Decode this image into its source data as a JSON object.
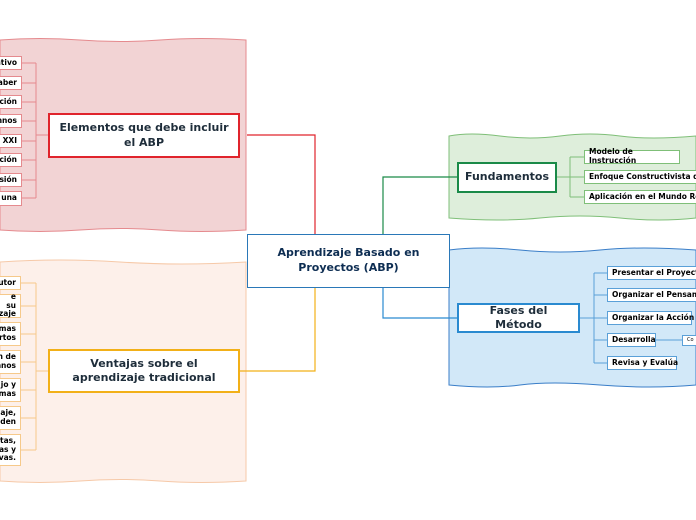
{
  "central": {
    "title": "Aprendizaje Basado en Proyectos (ABP)"
  },
  "colors": {
    "central": "#2a78b8",
    "elementos": "#e0242c",
    "ventajas": "#f2b018",
    "fundamentos": "#1a8a48",
    "fases": "#2a8ad0",
    "elementos_bg": "#f2d3d4",
    "ventajas_bg": "#fdf0ea",
    "fundamentos_bg": "#deeedb",
    "fases_bg": "#d2e8f8"
  },
  "branches": {
    "elementos": {
      "title": "Elementos que debe incluir el ABP",
      "items": [
        "ativo",
        "aber",
        "ación",
        "nnos",
        "XXI",
        "ción",
        "sión",
        "una"
      ]
    },
    "ventajas": {
      "title": "Ventajas sobre el aprendizaje tradicional",
      "items": [
        "utor",
        "e su\nzaje",
        "mas\nertos",
        "n de\nnnos",
        "jo y\nmas",
        "aje,\nnden",
        "tas,\nas y\nvas."
      ]
    },
    "fundamentos": {
      "title": "Fundamentos",
      "items": [
        "Modelo de Instrucción",
        "Enfoque Constructivista del",
        "Aplicación en el Mundo Rea"
      ]
    },
    "fases": {
      "title": "Fases del Método",
      "items": [
        "Presentar el Proyecto",
        "Organizar el Pensami",
        "Organizar la Acción",
        "Desarrolla",
        "Revisa y Evalúa"
      ],
      "sub_items": [
        "Co"
      ]
    }
  }
}
